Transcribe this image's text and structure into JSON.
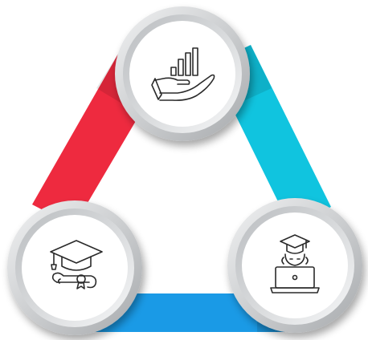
{
  "diagram": {
    "type": "triangle-cycle",
    "colors": {
      "left_edge": "#ee2a3f",
      "right_edge": "#10c4df",
      "bottom_edge": "#1a9ae6",
      "ring_light": "#f1f2f3",
      "ring_dark": "#a7aaad",
      "disc_fill": "#ffffff",
      "icon_stroke": "#2a2a2a"
    },
    "nodes": [
      {
        "id": "top",
        "icon": "hand-growth-chart-icon"
      },
      {
        "id": "bottom-left",
        "icon": "graduation-diploma-icon"
      },
      {
        "id": "bottom-right",
        "icon": "student-laptop-icon"
      }
    ],
    "edges": [
      {
        "from": "top",
        "to": "bottom-left",
        "color_key": "left_edge"
      },
      {
        "from": "top",
        "to": "bottom-right",
        "color_key": "right_edge"
      },
      {
        "from": "bottom-left",
        "to": "bottom-right",
        "color_key": "bottom_edge"
      }
    ]
  }
}
